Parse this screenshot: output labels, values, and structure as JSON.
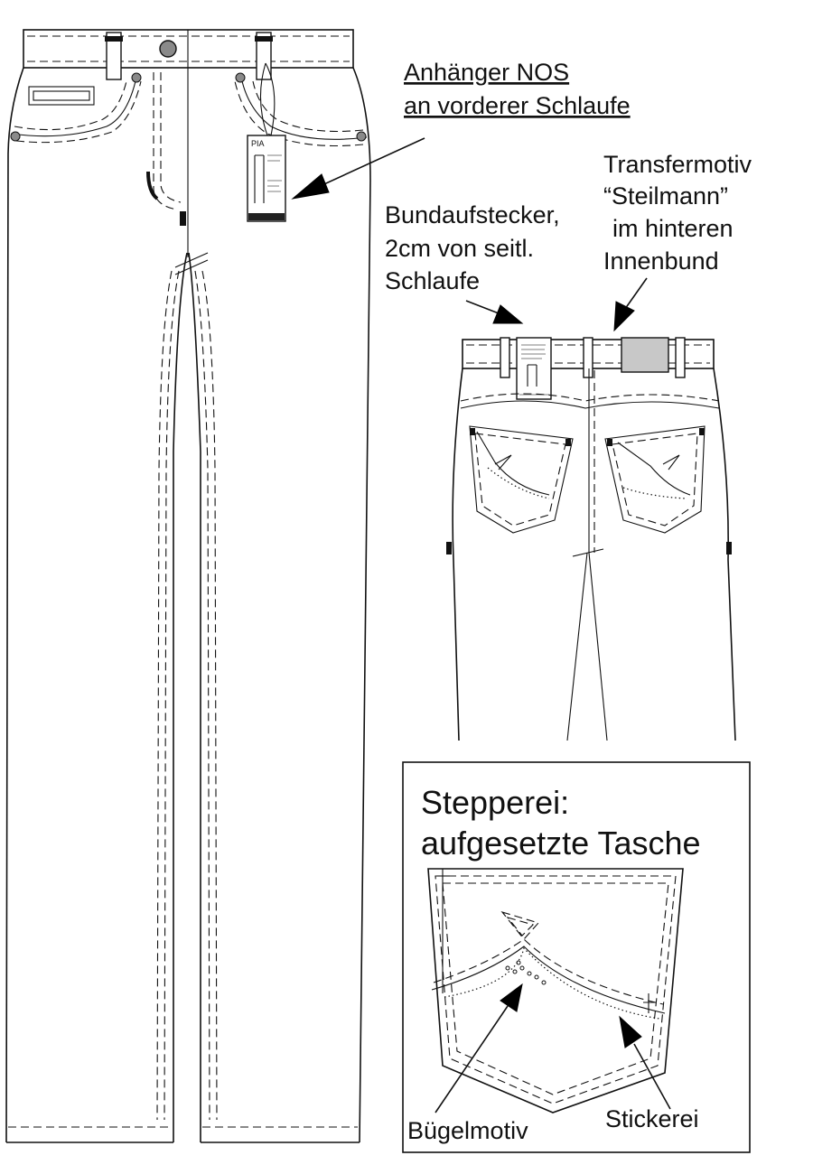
{
  "labels": {
    "hangtag_line1": "Anhänger NOS",
    "hangtag_line2": "an vorderer Schlaufe",
    "transfer_line1": "Transfermotiv",
    "transfer_line2": "“Steilmann”",
    "transfer_line3": "im hinteren",
    "transfer_line4": "Innenbund",
    "waist_tag_line1": "Bundaufstecker,",
    "waist_tag_line2": "2cm von seitl.",
    "waist_tag_line3": "Schlaufe",
    "detail_title_line1": "Stepperei:",
    "detail_title_line2": "aufgesetzte Tasche",
    "iron_on_motif": "Bügelmotiv",
    "embroidery": "Stickerei"
  },
  "hangtag": {
    "name": "PIA"
  },
  "colors": {
    "line": "#111111",
    "transfer_patch": "#c8c8c8",
    "rivet": "#8a8a8a"
  }
}
